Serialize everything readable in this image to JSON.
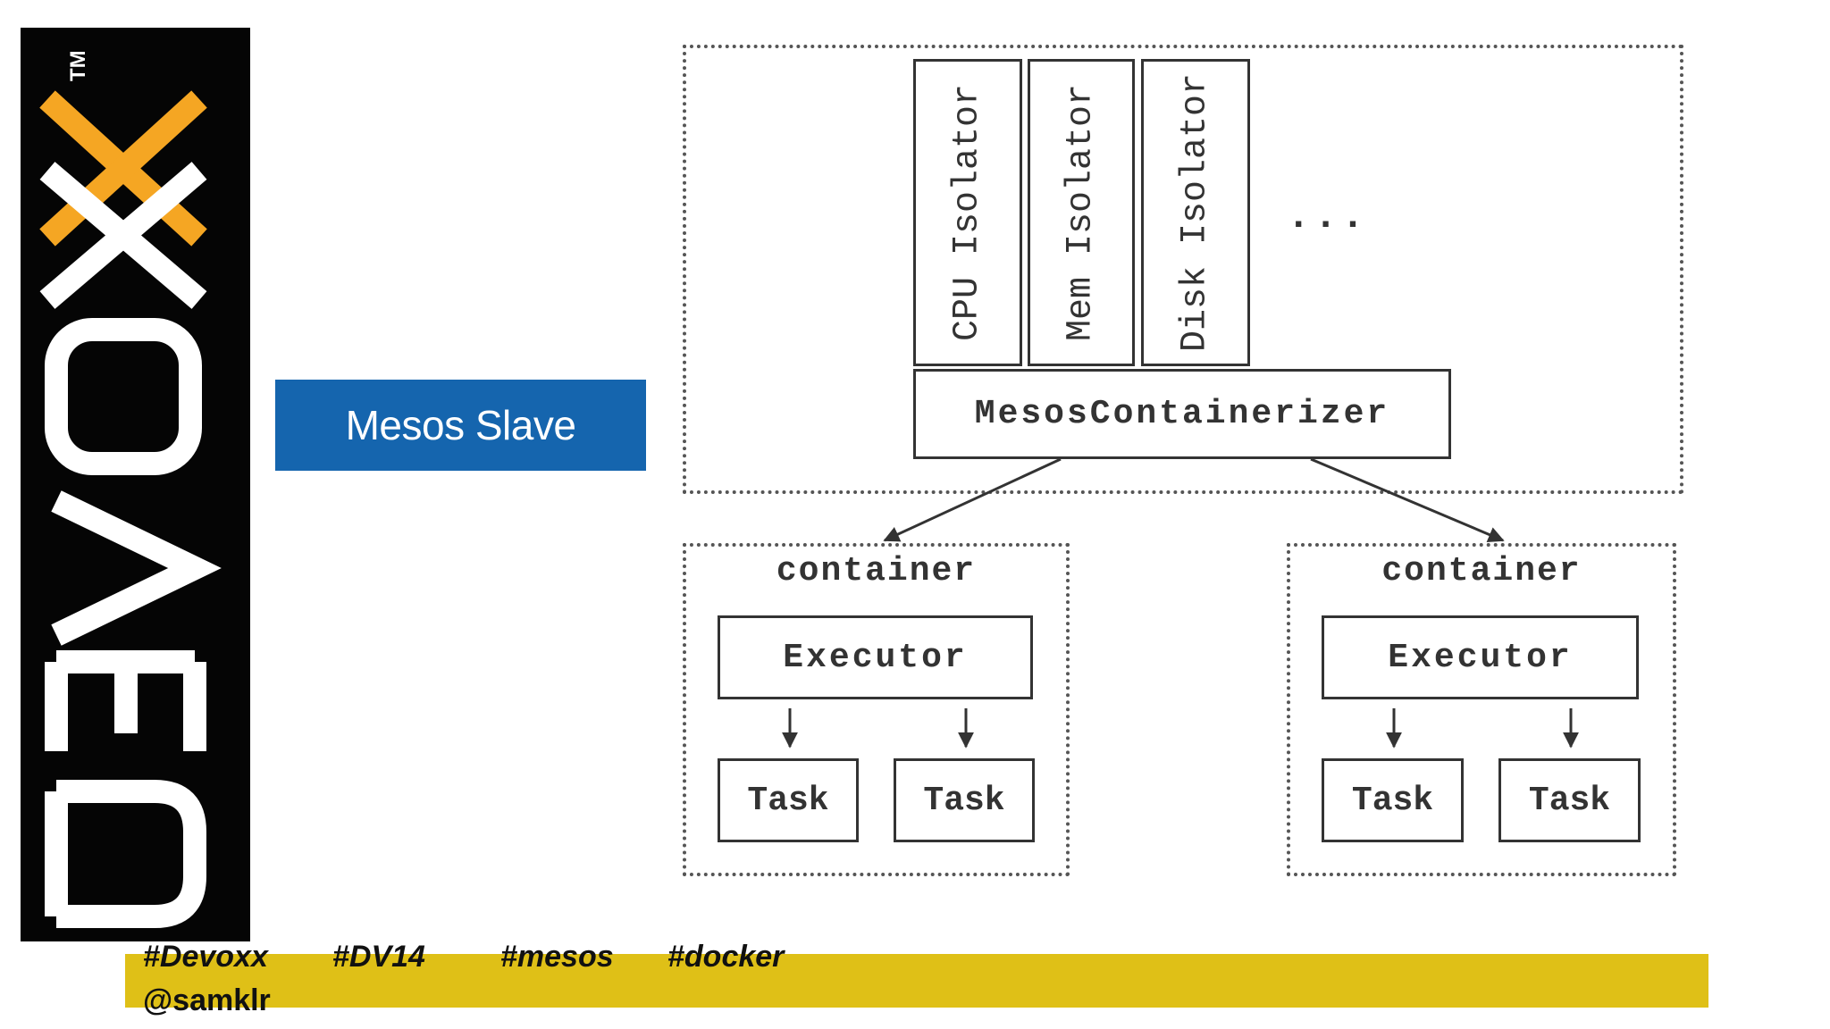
{
  "logo": {
    "text": "DEVOXX",
    "trademark": "TM",
    "accent": "#f5a623"
  },
  "slide_title": "Mesos Slave",
  "diagram": {
    "isolators": [
      "CPU Isolator",
      "Mem Isolator",
      "Disk Isolator"
    ],
    "ellipsis": "...",
    "containerizer": "MesosContainerizer",
    "containers": [
      {
        "title": "container",
        "executor": "Executor",
        "tasks": [
          "Task",
          "Task"
        ]
      },
      {
        "title": "container",
        "executor": "Executor",
        "tasks": [
          "Task",
          "Task"
        ]
      }
    ]
  },
  "footer": {
    "tags": [
      "#Devoxx",
      "#DV14",
      "#mesos",
      "#docker"
    ],
    "handle": "@samklr",
    "bar_color": "#dfc017"
  }
}
